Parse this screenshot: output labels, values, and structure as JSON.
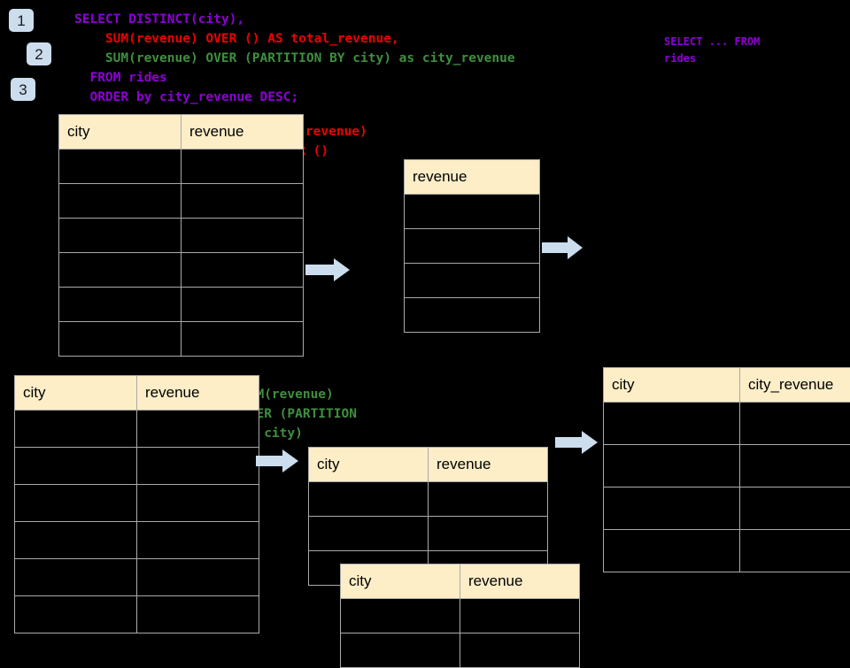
{
  "page": {
    "background": "#000000",
    "header_fill": "#fdeec8",
    "badge_fill": "#ccddee",
    "arrow_fill": "#ccddee",
    "grid_line": "#aaaaaa"
  },
  "steps": [
    {
      "label": "1"
    },
    {
      "label": "2"
    },
    {
      "label": "3"
    }
  ],
  "sql": {
    "line1": "SELECT DISTINCT(city),",
    "line2": "    SUM(revenue) OVER () AS total_revenue,",
    "line3": "    SUM(revenue) OVER (PARTITION BY city) as city_revenue",
    "line4": "  FROM rides",
    "line5": "  ORDER by city_revenue DESC;",
    "colors": {
      "keyword": "#8e00d6",
      "total_revenue": "#ee0000",
      "city_revenue": "#3f8f3f"
    }
  },
  "annotations": {
    "select_from": "SELECT ... FROM\nrides",
    "sum_over_empty": "SUM(revenue)\nOVER ()",
    "sum_over_partition": "SUM(revenue)\nOVER (PARTITION\nBY city)"
  },
  "tables": {
    "source_top": {
      "name": "rides-source-table",
      "headers": [
        "city",
        "revenue"
      ],
      "row_count": 6,
      "rows": [
        [
          "",
          ""
        ],
        [
          "",
          ""
        ],
        [
          "",
          ""
        ],
        [
          "",
          ""
        ],
        [
          "",
          ""
        ],
        [
          "",
          ""
        ]
      ]
    },
    "total_revenue": {
      "name": "total-revenue-table",
      "headers": [
        "revenue"
      ],
      "row_count": 4,
      "rows": [
        [
          ""
        ],
        [
          ""
        ],
        [
          ""
        ],
        [
          ""
        ]
      ]
    },
    "source_bottom": {
      "name": "rides-source-table-bottom",
      "headers": [
        "city",
        "revenue"
      ],
      "row_count": 6,
      "rows": [
        [
          "",
          ""
        ],
        [
          "",
          ""
        ],
        [
          "",
          ""
        ],
        [
          "",
          ""
        ],
        [
          "",
          ""
        ],
        [
          "",
          ""
        ]
      ]
    },
    "partition_back": {
      "name": "partition-group-table-back",
      "headers": [
        "city",
        "revenue"
      ],
      "row_count": 3,
      "rows": [
        [
          "",
          ""
        ],
        [
          "",
          ""
        ],
        [
          "",
          ""
        ]
      ]
    },
    "partition_front": {
      "name": "partition-group-table-front",
      "headers": [
        "city",
        "revenue"
      ],
      "row_count": 2,
      "rows": [
        [
          "",
          ""
        ],
        [
          "",
          ""
        ]
      ]
    },
    "result": {
      "name": "city-revenue-result-table",
      "headers": [
        "city",
        "city_revenue"
      ],
      "row_count": 4,
      "rows": [
        [
          "",
          ""
        ],
        [
          "",
          ""
        ],
        [
          "",
          ""
        ],
        [
          "",
          ""
        ]
      ]
    }
  },
  "arrows": [
    {
      "name": "arrow-source-to-total"
    },
    {
      "name": "arrow-total-to-result"
    },
    {
      "name": "arrow-source-to-partition"
    },
    {
      "name": "arrow-partition-to-result"
    }
  ]
}
